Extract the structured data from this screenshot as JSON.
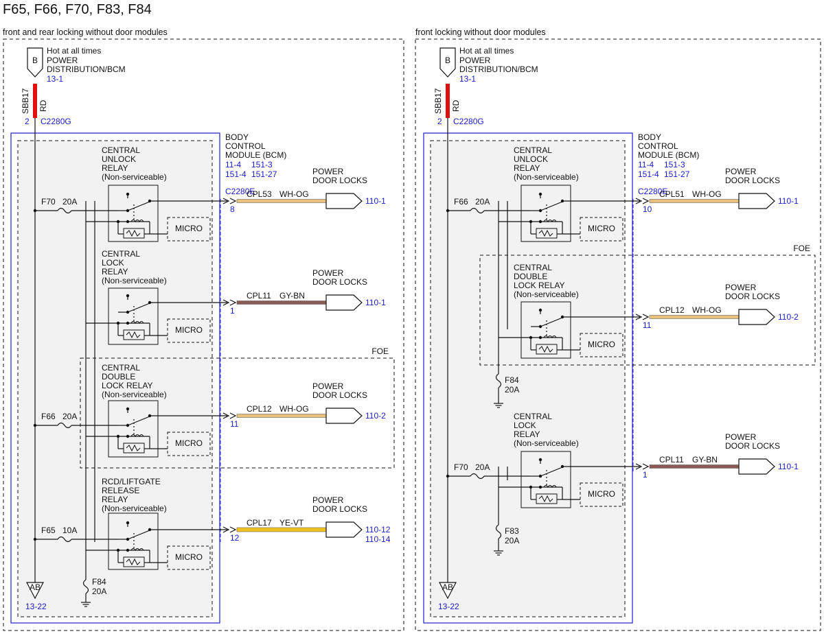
{
  "title": "F65, F66, F70, F83, F84",
  "colors": {
    "module_outline": "#2b2bd6",
    "link_text": "#1a1ad0",
    "power_wire": "#e01010",
    "module_fill": "#f2f2f2",
    "wire_wh_og": "#e8c27a",
    "wire_gy_bn": "#8a5a55",
    "wire_ye_vt": "#f0c020"
  },
  "left": {
    "caption": "front and rear locking without door modules",
    "supply": {
      "connector": "B",
      "hot": "Hot at all times",
      "source_line1": "POWER",
      "source_line2": "DISTRIBUTION/BCM",
      "source_ref": "13-1",
      "fuse": "SBB17",
      "wire": "RD",
      "pin": "2",
      "connector_id": "C2280G"
    },
    "module": {
      "l1": "BODY",
      "l2": "CONTROL",
      "l3": "MODULE (BCM)",
      "ref_a": "11-4",
      "ref_b": "151-3",
      "ref_c": "151-4",
      "ref_d": "151-27",
      "connector": "C2280E"
    },
    "foe": "FOE",
    "ground": {
      "symbol": "AB",
      "ref": "13-22"
    },
    "f84": {
      "name": "F84",
      "rating": "20A"
    },
    "relays": [
      {
        "l1": "CENTRAL",
        "l2": "UNLOCK",
        "l3": "RELAY",
        "l4": "(Non-serviceable)",
        "fuse": "F70",
        "rating": "20A",
        "micro": "MICRO",
        "circuit": "CPL53",
        "color": "WH-OG",
        "pin": "8",
        "dest1": "POWER",
        "dest2": "DOOR LOCKS",
        "ref": "110-1",
        "ref2": ""
      },
      {
        "l1": "CENTRAL",
        "l2": "LOCK",
        "l3": "RELAY",
        "l4": "(Non-serviceable)",
        "fuse": "",
        "rating": "",
        "micro": "MICRO",
        "circuit": "CPL11",
        "color": "GY-BN",
        "pin": "1",
        "dest1": "POWER",
        "dest2": "DOOR LOCKS",
        "ref": "110-1",
        "ref2": ""
      },
      {
        "l1": "CENTRAL",
        "l2": "DOUBLE",
        "l3": "LOCK RELAY",
        "l4": "(Non-serviceable)",
        "fuse": "F66",
        "rating": "20A",
        "micro": "MICRO",
        "circuit": "CPL12",
        "color": "WH-OG",
        "pin": "11",
        "dest1": "POWER",
        "dest2": "DOOR LOCKS",
        "ref": "110-2",
        "ref2": ""
      },
      {
        "l1": "RCD/LIFTGATE",
        "l2": "RELEASE",
        "l3": "RELAY",
        "l4": "(Non-serviceable)",
        "fuse": "F65",
        "rating": "10A",
        "micro": "MICRO",
        "circuit": "CPL17",
        "color": "YE-VT",
        "pin": "12",
        "dest1": "POWER",
        "dest2": "DOOR LOCKS",
        "ref": "110-12",
        "ref2": "110-14"
      }
    ]
  },
  "right": {
    "caption": "front locking without door modules",
    "supply": {
      "connector": "B",
      "hot": "Hot at all times",
      "source_line1": "POWER",
      "source_line2": "DISTRIBUTION/BCM",
      "source_ref": "13-1",
      "fuse": "SBB17",
      "wire": "RD",
      "pin": "2",
      "connector_id": "C2280G"
    },
    "module": {
      "l1": "BODY",
      "l2": "CONTROL",
      "l3": "MODULE (BCM)",
      "ref_a": "11-4",
      "ref_b": "151-3",
      "ref_c": "151-4",
      "ref_d": "151-27",
      "connector": "C2280E"
    },
    "foe": "FOE",
    "ground": {
      "symbol": "AB",
      "ref": "13-22"
    },
    "f84": {
      "name": "F84",
      "rating": "20A"
    },
    "f83": {
      "name": "F83",
      "rating": "20A"
    },
    "relays": [
      {
        "l1": "CENTRAL",
        "l2": "UNLOCK",
        "l3": "RELAY",
        "l4": "(Non-serviceable)",
        "fuse": "F66",
        "rating": "20A",
        "micro": "MICRO",
        "circuit": "CPL51",
        "color": "WH-OG",
        "pin": "10",
        "dest1": "POWER",
        "dest2": "DOOR LOCKS",
        "ref": "110-1",
        "ref2": ""
      },
      {
        "l1": "CENTRAL",
        "l2": "DOUBLE",
        "l3": "LOCK RELAY",
        "l4": "(Non-serviceable)",
        "fuse": "",
        "rating": "",
        "micro": "MICRO",
        "circuit": "CPL12",
        "color": "WH-OG",
        "pin": "11",
        "dest1": "POWER",
        "dest2": "DOOR LOCKS",
        "ref": "110-2",
        "ref2": ""
      },
      {
        "l1": "CENTRAL",
        "l2": "LOCK",
        "l3": "RELAY",
        "l4": "(Non-serviceable)",
        "fuse": "F70",
        "rating": "20A",
        "micro": "MICRO",
        "circuit": "CPL11",
        "color": "GY-BN",
        "pin": "1",
        "dest1": "POWER",
        "dest2": "DOOR LOCKS",
        "ref": "110-1",
        "ref2": ""
      }
    ]
  }
}
